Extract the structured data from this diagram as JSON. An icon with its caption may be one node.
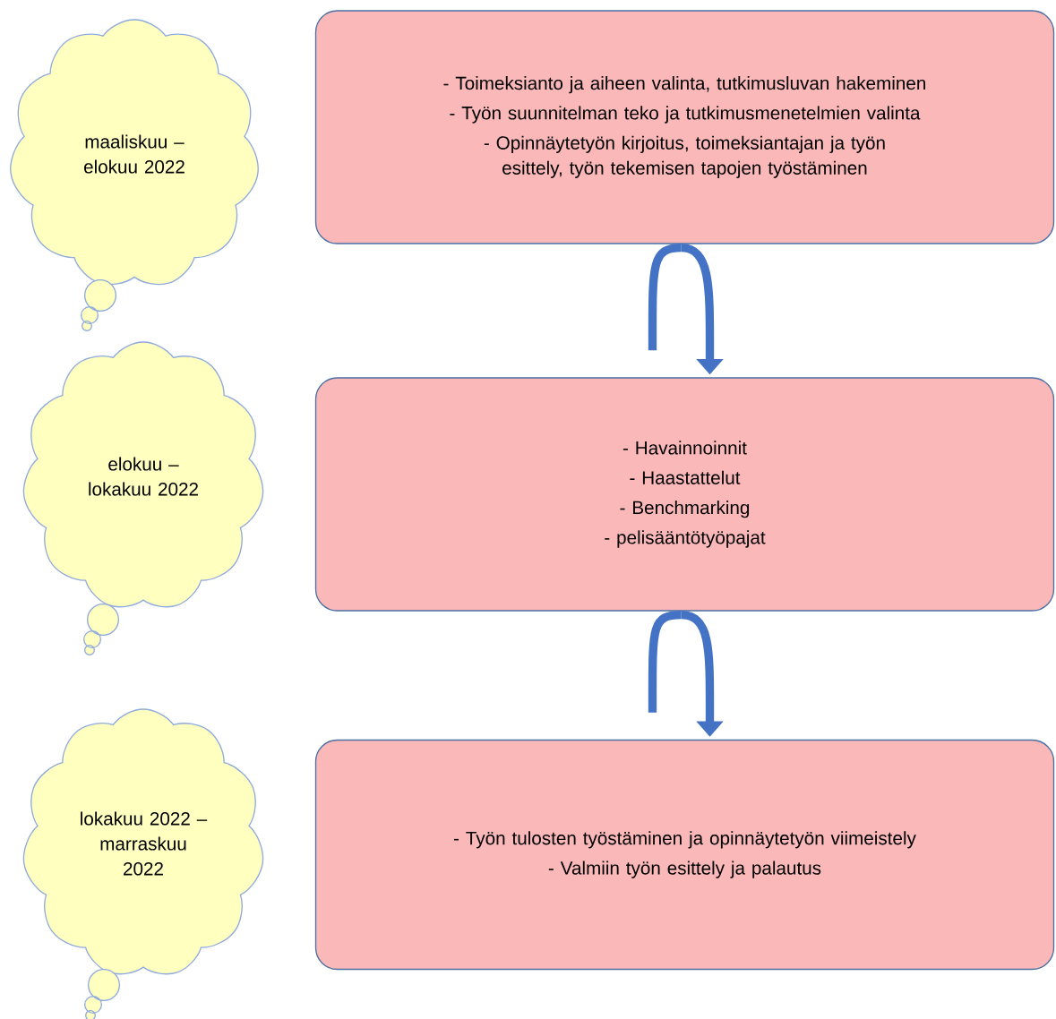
{
  "diagram": {
    "nodes": [
      {
        "text": [
          "maaliskuu – elokuu 2022"
        ]
      },
      {
        "text": [
          "elokuu – lokakuu 2022"
        ]
      },
      {
        "text": [
          "lokakuu 2022 – marraskuu 2022"
        ]
      },
      {
        "text": [
          "- Toimeksianto ja aiheen valinta, tutkimusluvan hakeminen",
          "- Työn suunnitelman teko ja tutkimusmenetelmien valinta",
          "- Opinnäytetyön kirjoitus, toimeksiantajan ja työn esittely, työn tekemisen tapojen työstäminen"
        ]
      },
      {
        "text": [
          "- Havainnoinnit",
          "- Haastattelut",
          "- Benchmarking",
          "- pelisääntötyöpajat"
        ]
      },
      {
        "text": [
          "- Työn tulosten työstäminen ja opinnäytetyön viimeistely",
          "- Valmiin työn esittely ja palautus"
        ]
      }
    ],
    "edges": [
      {
        "from": 3,
        "to": 4,
        "arrow": "to"
      },
      {
        "from": 4,
        "to": 5,
        "arrow": "to"
      }
    ]
  }
}
